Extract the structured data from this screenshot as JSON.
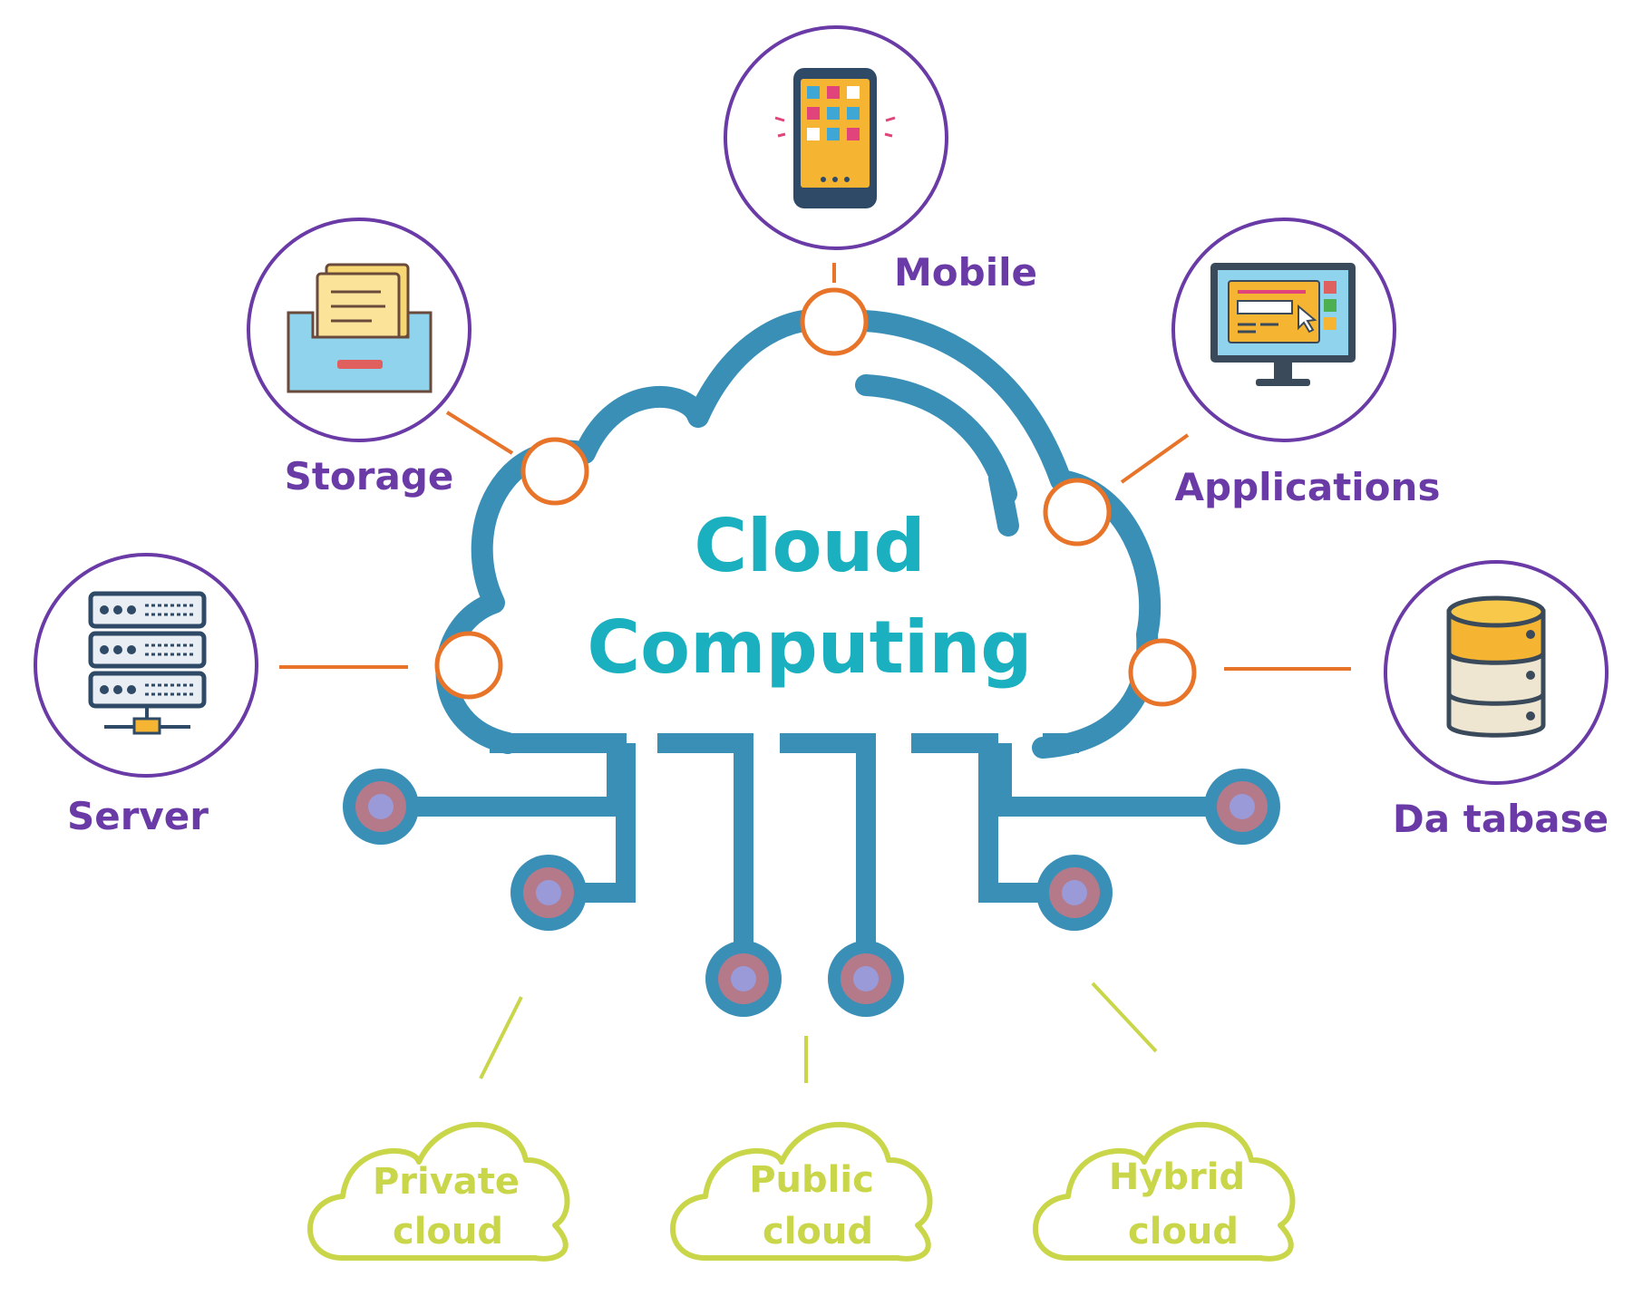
{
  "title": {
    "line1": "Cloud",
    "line2": "Computing"
  },
  "nodes": {
    "mobile": {
      "label": "Mobile",
      "icon": "smartphone-icon"
    },
    "storage": {
      "label": "Storage",
      "icon": "file-tray-icon"
    },
    "applications": {
      "label": "Applications",
      "icon": "desktop-app-icon"
    },
    "server": {
      "label": "Server",
      "icon": "server-rack-icon"
    },
    "database": {
      "label": "Da tabase",
      "icon": "database-icon"
    }
  },
  "cloud_types": {
    "private": {
      "line1": "Private",
      "line2": "cloud"
    },
    "public": {
      "line1": "Public",
      "line2": "cloud"
    },
    "hybrid": {
      "line1": "Hybrid",
      "line2": "cloud"
    }
  },
  "colors": {
    "cloud_outline": "#3a8fb7",
    "title_text": "#1ab0bf",
    "node_ring": "#6a3aa6",
    "node_label": "#6a3aa6",
    "connector": "#e8742a",
    "cloud_type": "#c9d64a",
    "circuit_pad": "#9a9ad8"
  }
}
